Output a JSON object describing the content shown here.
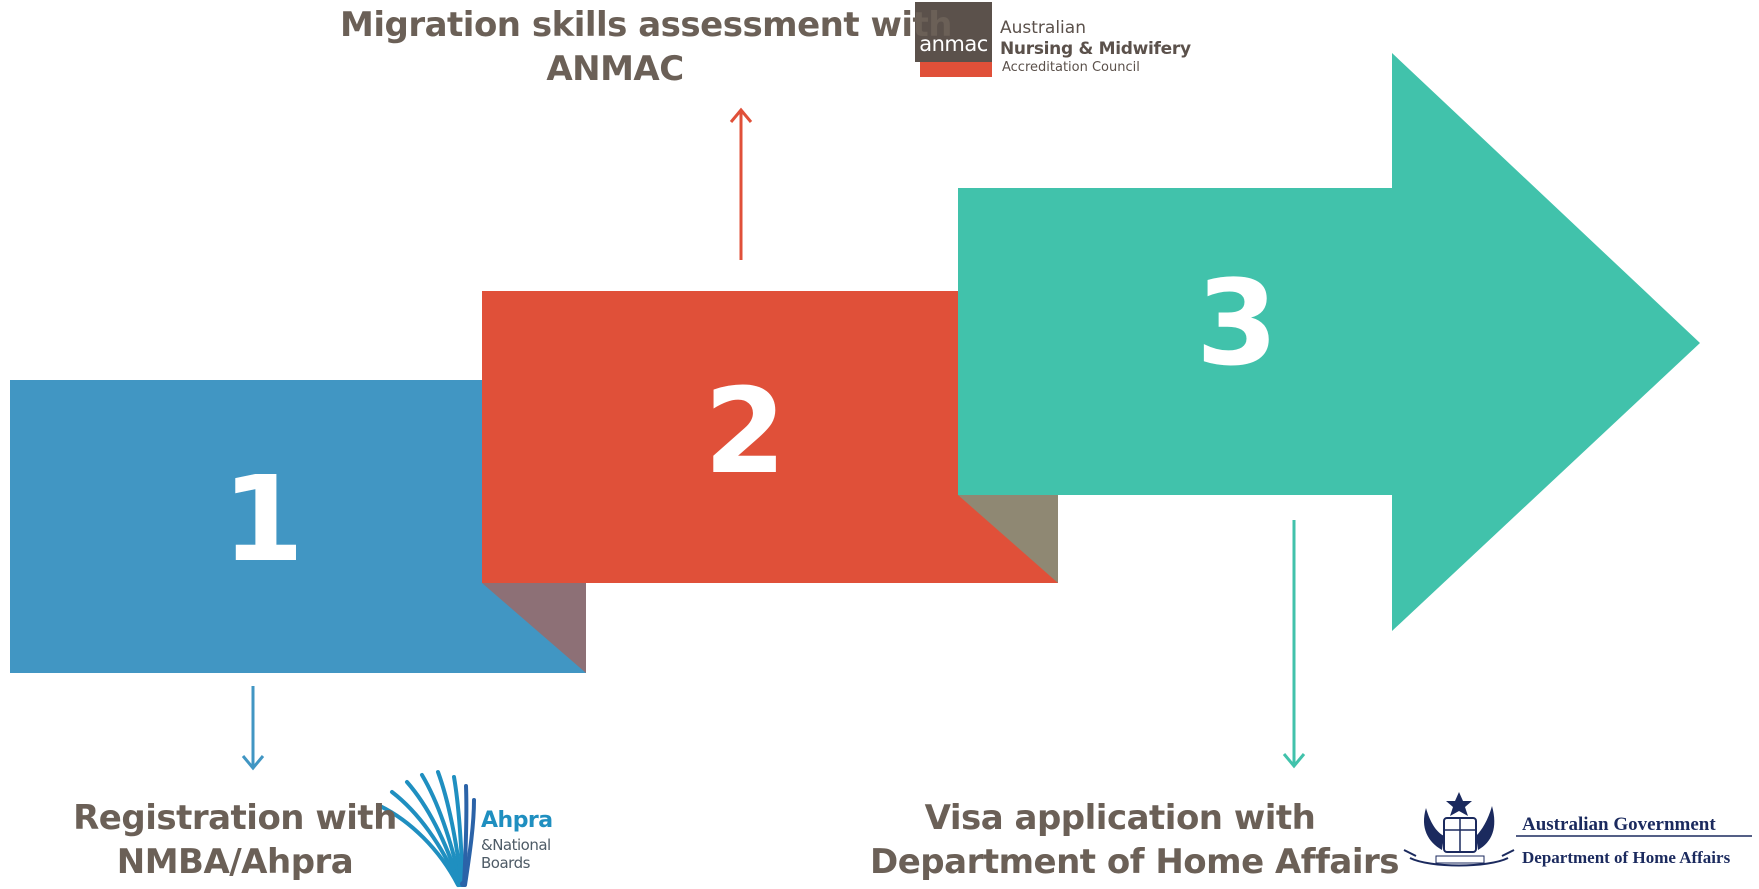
{
  "steps": [
    {
      "number": "1",
      "color": "#4196c3",
      "label_lines": [
        "Registration with",
        "NMBA/Ahpra"
      ]
    },
    {
      "number": "2",
      "color": "#e05039",
      "label_lines": [
        "Migration skills assessment with",
        "ANMAC"
      ]
    },
    {
      "number": "3",
      "color": "#41c2ab",
      "label_lines": [
        "Visa application with",
        "Department of Home Affairs"
      ]
    }
  ],
  "logos": {
    "anmac": {
      "mark": "anmac",
      "lines": [
        "Australian",
        "Nursing & Midwifery",
        "Accreditation Council"
      ],
      "colors": {
        "box": "#5b514b",
        "bar": "#e05039"
      }
    },
    "ahpra": {
      "name": "Ahpra",
      "sub_lines": [
        "&National",
        "Boards"
      ],
      "colors": {
        "main": "#1f8fc0"
      }
    },
    "home_affairs": {
      "line1": "Australian Government",
      "line2": "Department of Home Affairs",
      "icon": "coat-of-arms-icon",
      "colors": {
        "text": "#1b2a5e"
      }
    }
  }
}
